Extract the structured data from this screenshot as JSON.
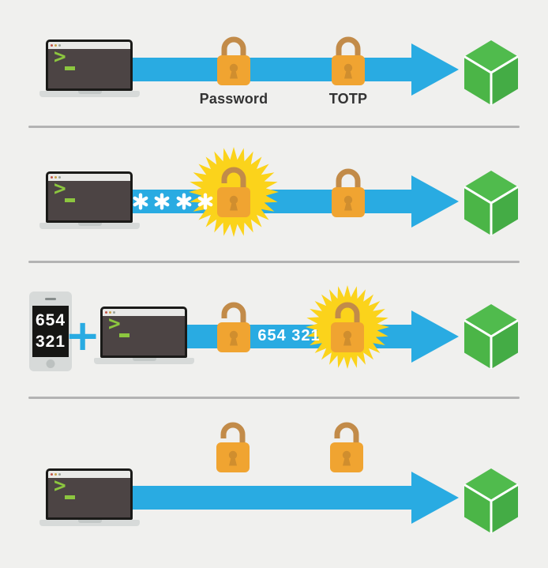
{
  "colors": {
    "background": "#F0F0EE",
    "divider": "#B3B3B3",
    "arrow_blue": "#29ABE2",
    "lock_body": "#F0A431",
    "lock_shackle": "#C28B49",
    "lock_keyhole": "#D08E2E",
    "burst_yellow": "#FBD31B",
    "cube_top": "#50BB4D",
    "cube_left": "#4BB547",
    "cube_right": "#44AC45",
    "terminal_bg": "#4C4444",
    "terminal_frame": "#1A1A18",
    "titlebar": "#E9E9E7",
    "prompt_green": "#8CC63F",
    "device_gray": "#D7DAD9",
    "phone_screen": "#161614",
    "label_text": "#333333",
    "white": "#FFFFFF"
  },
  "icons": {
    "client": "laptop-terminal-icon",
    "credential_locked": "padlock-closed-icon",
    "credential_unlocked": "padlock-open-icon",
    "highlight": "starburst-icon",
    "transport": "arrow-right-icon",
    "server": "cube-icon",
    "otp_device": "smartphone-icon",
    "masked_char": "asterisk-icon"
  },
  "terminal": {
    "prompt": ">"
  },
  "row1": {
    "password_label": "Password",
    "totp_label": "TOTP"
  },
  "row2": {
    "masked_password": "****"
  },
  "row3": {
    "phone_line1": "654",
    "phone_line2": "321",
    "plus": "+",
    "code_on_wire": "654 321"
  }
}
